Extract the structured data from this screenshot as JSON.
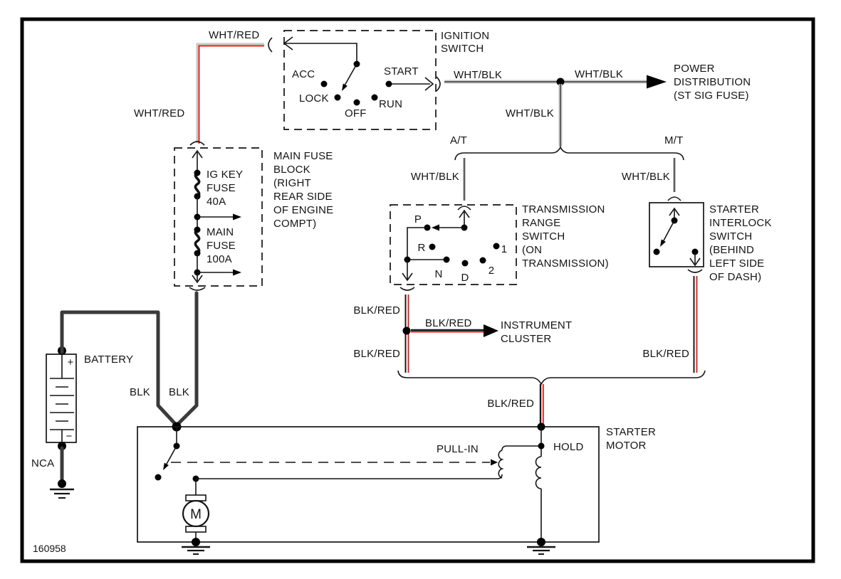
{
  "diagram": {
    "id_number": "160958"
  },
  "colors": {
    "wire_white": "#c6c6c6",
    "wire_red": "#f2100c",
    "wire_black": "#3a3a3a",
    "line_black": "#141414"
  },
  "wire_labels": {
    "wht_red": "WHT/RED",
    "wht_blk": "WHT/BLK",
    "blk_red": "BLK/RED",
    "blk": "BLK",
    "nca": "NCA"
  },
  "branch_labels": {
    "at": "A/T",
    "mt": "M/T"
  },
  "components": {
    "ignition_switch": {
      "title_line1": "IGNITION",
      "title_line2": "SWITCH",
      "pos_acc": "ACC",
      "pos_lock": "LOCK",
      "pos_off": "OFF",
      "pos_run": "RUN",
      "pos_start": "START"
    },
    "power_distribution": {
      "line1": "POWER",
      "line2": "DISTRIBUTION",
      "line3": "(ST SIG FUSE)"
    },
    "main_fuse_block": {
      "line1": "MAIN FUSE",
      "line2": "BLOCK",
      "line3": "(RIGHT",
      "line4": "REAR SIDE",
      "line5": "OF ENGINE",
      "line6": "COMPT)",
      "fuse1_line1": "IG KEY",
      "fuse1_line2": "FUSE",
      "fuse1_line3": "40A",
      "fuse2_line1": "MAIN",
      "fuse2_line2": "FUSE",
      "fuse2_line3": "100A"
    },
    "transmission_range_switch": {
      "line1": "TRANSMISSION",
      "line2": "RANGE",
      "line3": "SWITCH",
      "line4": "(ON",
      "line5": "TRANSMISSION)",
      "pos_p": "P",
      "pos_r": "R",
      "pos_n": "N",
      "pos_d": "D",
      "pos_2": "2",
      "pos_1": "1"
    },
    "starter_interlock_switch": {
      "line1": "STARTER",
      "line2": "INTERLOCK",
      "line3": "SWITCH",
      "line4": "(BEHIND",
      "line5": "LEFT SIDE",
      "line6": "OF DASH)"
    },
    "instrument_cluster": {
      "line1": "INSTRUMENT",
      "line2": "CLUSTER"
    },
    "battery": {
      "label": "BATTERY",
      "plus": "+",
      "minus": "−"
    },
    "starter_motor": {
      "line1": "STARTER",
      "line2": "MOTOR",
      "pull_in": "PULL-IN",
      "hold": "HOLD",
      "motor_symbol": "M"
    }
  }
}
